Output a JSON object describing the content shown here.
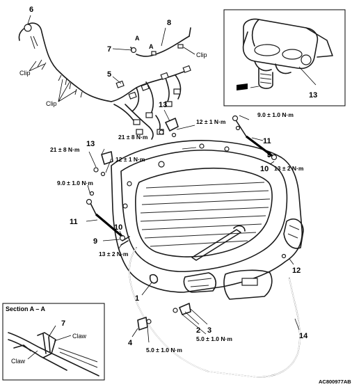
{
  "diagram_id": "AC800977AB",
  "callouts": {
    "c1": "1",
    "c2": "2",
    "c3": "3",
    "c4": "4",
    "c5": "5",
    "c6": "6",
    "c7": "7",
    "c8": "8",
    "c9a": "9",
    "c9b": "9",
    "c10a": "10",
    "c10b": "10",
    "c11a": "11",
    "c11b": "11",
    "c12": "12",
    "c13a": "13",
    "c13b": "13",
    "c13c": "13",
    "c14": "14"
  },
  "torques": {
    "t_21_top": "21 ± 8 N·m",
    "t_12_top": "12 ± 1 N·m",
    "t_9_right": "9.0 ± 1.0 N·m",
    "t_13_right": "13 ± 2 N·m",
    "t_21_left": "21 ± 8 N·m",
    "t_12_left": "12 ± 1 N·m",
    "t_9_left": "9.0 ± 1.0 N·m",
    "t_13_left": "13 ± 2 N·m",
    "t_5_bottom": "5.0 ± 1.0 N·m",
    "t_5_mid": "5.0 ± 1.0 N·m"
  },
  "labels": {
    "clip_a": "Clip",
    "clip_b": "Clip",
    "clip_c": "Clip",
    "section_marker_1": "A",
    "section_marker_2": "A",
    "section_title": "Section A – A",
    "claw_1": "Claw",
    "claw_2": "Claw"
  },
  "colors": {
    "line": "#000000",
    "background": "#ffffff"
  }
}
